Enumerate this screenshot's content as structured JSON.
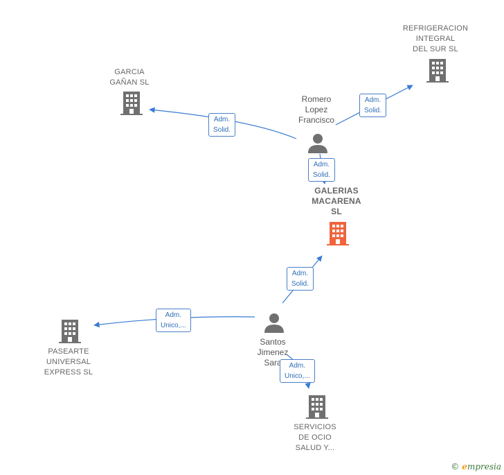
{
  "colors": {
    "edge": "#3a7bd5",
    "building": "#707070",
    "building_center": "#f0643c",
    "person": "#707070"
  },
  "companies": {
    "garcia": {
      "label": "GARCIA\nGAÑAN SL",
      "icon": "building-icon"
    },
    "refrigeracion": {
      "label": "REFRIGERACION\nINTEGRAL\nDEL SUR  SL",
      "icon": "building-icon"
    },
    "galerias": {
      "label": "GALERIAS\nMACARENA\nSL",
      "icon": "building-icon"
    },
    "pasearte": {
      "label": "PASEARTE\nUNIVERSAL\nEXPRESS  SL",
      "icon": "building-icon"
    },
    "servicios": {
      "label": "SERVICIOS\nDE OCIO\nSALUD Y...",
      "icon": "building-icon"
    }
  },
  "persons": {
    "romero": {
      "label": "Romero\nLopez\nFrancisco",
      "icon": "person-icon"
    },
    "santos": {
      "label": "Santos\nJimenez\nSara",
      "icon": "person-icon"
    }
  },
  "edges": {
    "romero_garcia": "Adm.\nSolid.",
    "romero_refrigeracion": "Adm.\nSolid.",
    "romero_galerias": "Adm.\nSolid.",
    "santos_galerias": "Adm.\nSolid.",
    "santos_pasearte": "Adm.\nUnico,...",
    "santos_servicios": "Adm.\nUnico,..."
  },
  "footer": {
    "copyright": "©",
    "brand_initial": "e",
    "brand_rest": "mpresia"
  }
}
